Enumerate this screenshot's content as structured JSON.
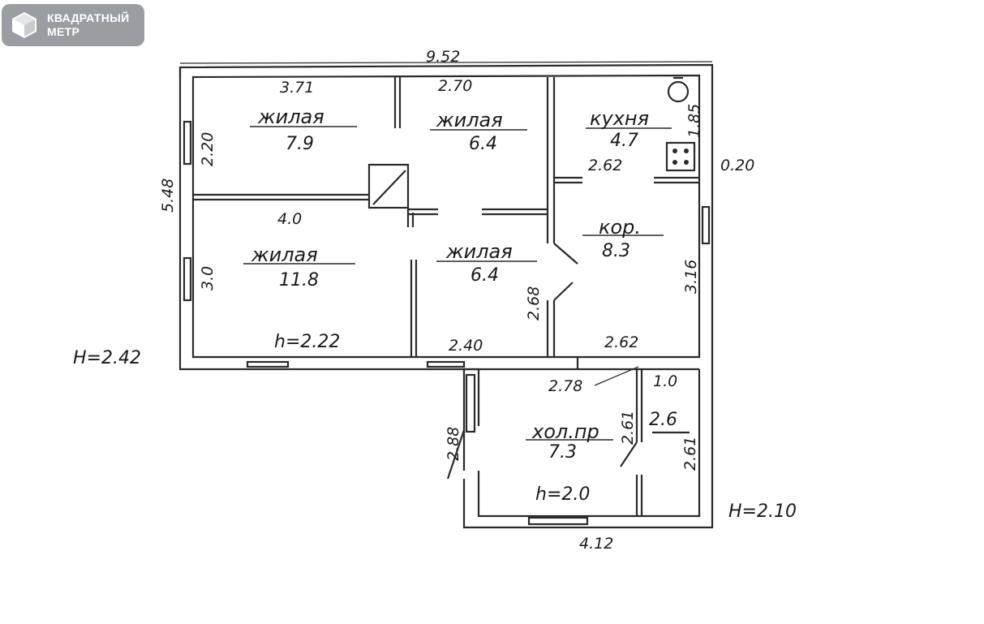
{
  "logo": {
    "line1": "КВАДРАТНЫЙ",
    "line2": "МЕТР"
  },
  "dimensions": {
    "overall_width": "9.52",
    "overall_depth": "5.48",
    "room1_width": "3.71",
    "room1_depth": "2.20",
    "room2_width": "2.70",
    "room3_width": "4.0",
    "room3_depth": "3.0",
    "kitchen_width": "2.62",
    "kitchen_depth": "1.85",
    "wall_thickness": "0.20",
    "corridor_depth": "3.16",
    "door_width": "2.68",
    "room4_bottom": "2.40",
    "corridor_bottom": "2.62",
    "vestibule_top": "2.78",
    "vestibule_left": "2.88",
    "vestibule_mid": "2.61",
    "vestibule_bottom": "4.12",
    "small_room_width": "1.0",
    "small_room_depth": "2.61"
  },
  "rooms": [
    {
      "name": "жилая",
      "area": "7.9"
    },
    {
      "name": "жилая",
      "area": "6.4"
    },
    {
      "name": "кухня",
      "area": "4.7"
    },
    {
      "name": "жилая",
      "area": "11.8"
    },
    {
      "name": "жилая",
      "area": "6.4"
    },
    {
      "name": "кор.",
      "area": "8.3"
    },
    {
      "name": "хол.пр",
      "area": "7.3"
    },
    {
      "name": "",
      "area": "2.6"
    }
  ],
  "heights": {
    "main_h": "h=2.22",
    "vestibule_h": "h=2.0",
    "main_H": "H=2.42",
    "vestibule_H": "H=2.10"
  },
  "colors": {
    "logo_bg": "#9a9da2",
    "ink": "#1a1a1a"
  }
}
